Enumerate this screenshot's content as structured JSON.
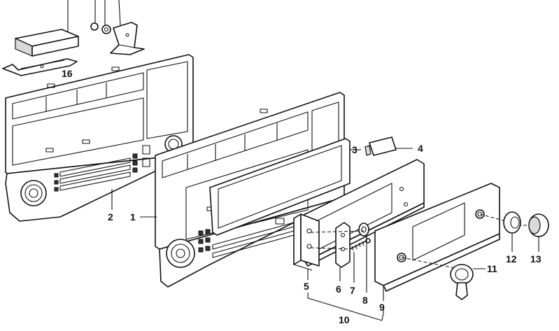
{
  "callouts": {
    "c1": "1",
    "c2": "2",
    "c3": "3",
    "c4": "4",
    "c5": "5",
    "c6": "6",
    "c7": "7",
    "c8": "8",
    "c9": "9",
    "c10": "10",
    "c11": "11",
    "c12": "12",
    "c13": "13",
    "c16": "16"
  }
}
